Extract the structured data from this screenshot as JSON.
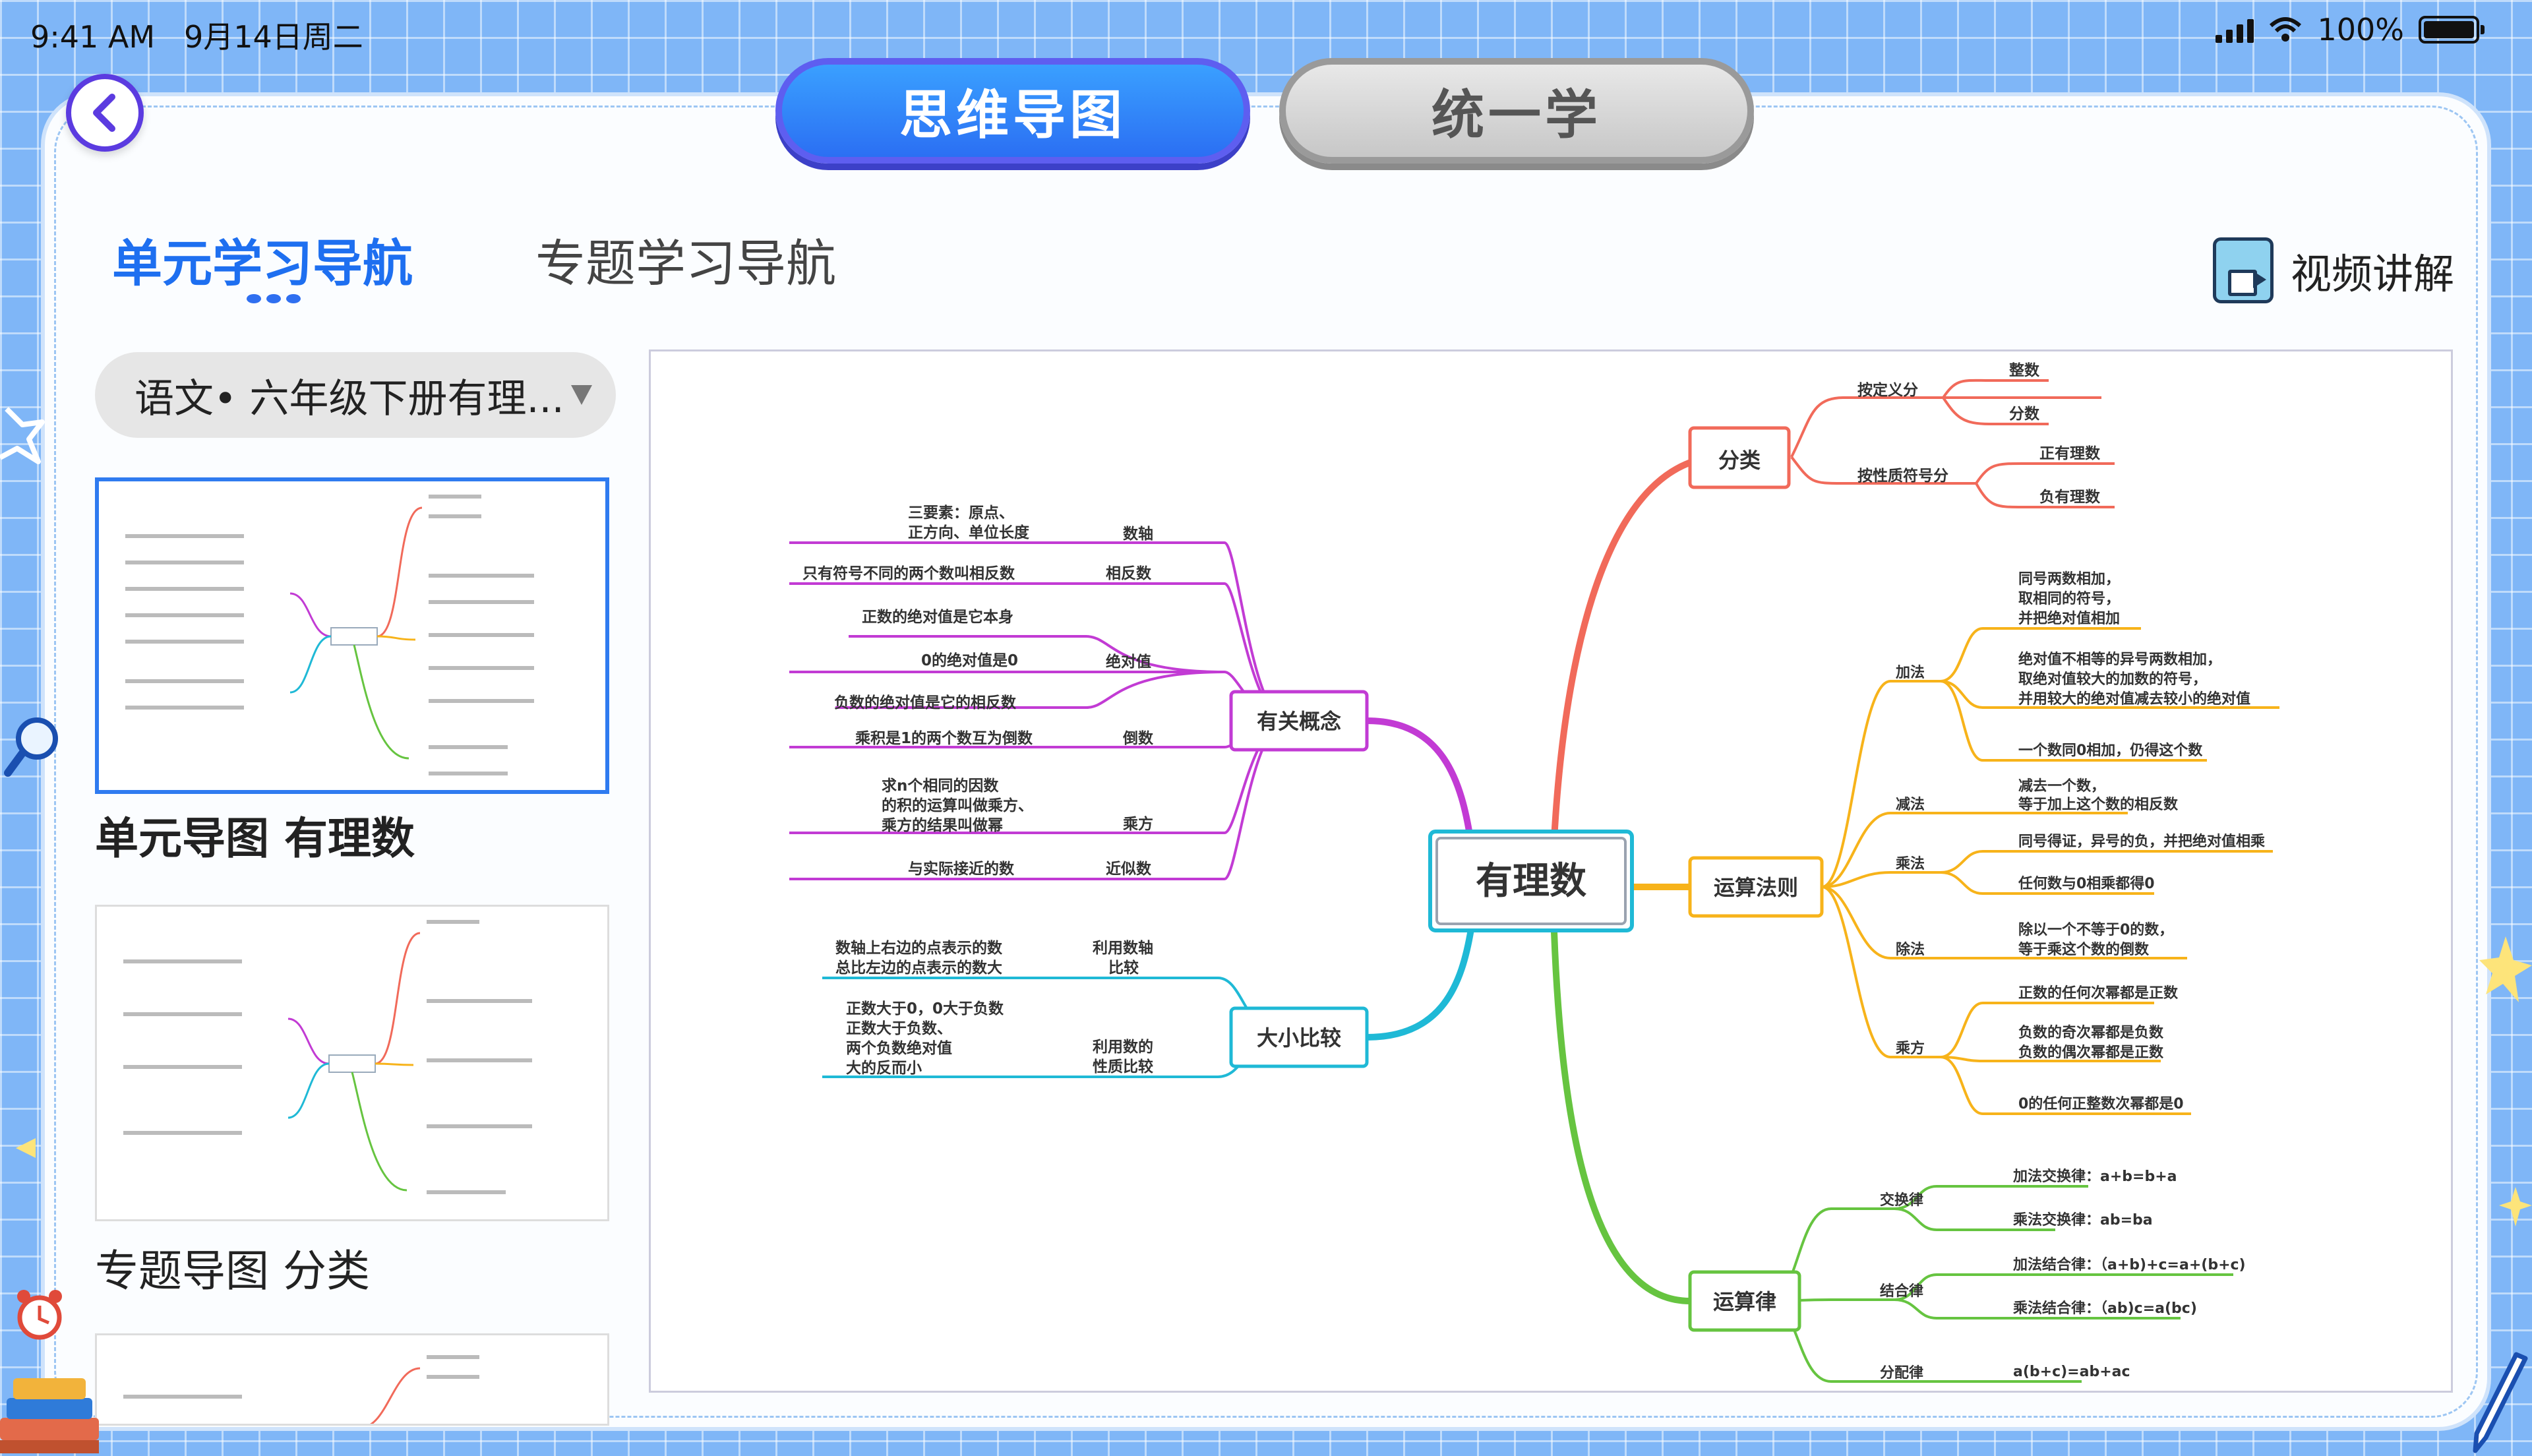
{
  "status": {
    "time": "9:41 AM",
    "date": "9月14日周二",
    "battery": "100%"
  },
  "header": {
    "tab_mindmap": "思维导图",
    "tab_unify": "统一学"
  },
  "subtabs": {
    "unit": "单元学习导航",
    "topic": "专题学习导航"
  },
  "video": {
    "label": "视频讲解"
  },
  "selector": {
    "value": "语文• 六年级下册有理..."
  },
  "thumbs": [
    {
      "caption": "单元导图  有理数"
    },
    {
      "caption": "专题导图  分类"
    }
  ],
  "colors": {
    "accent": "#1e6ff0",
    "red": "#f16a5a",
    "magenta": "#c23bd4",
    "cyan": "#1fb9d6",
    "orange": "#f7b31a",
    "green": "#66c440"
  },
  "mindmap": {
    "root": "有理数",
    "b_fenlei": "分类",
    "fenlei": {
      "def": "按定义分",
      "z": "整数",
      "f": "分数",
      "prop": "按性质符号分",
      "pos": "正有理数",
      "neg": "负有理数"
    },
    "b_concept": "有关概念",
    "concept": {
      "c1a": "三要素：原点、",
      "c1b": "正方向、单位长度",
      "c1": "数轴",
      "c2a": "只有符号不同的两个数叫相反数",
      "c2": "相反数",
      "c3a": "正数的绝对值是它本身",
      "c3b": "0的绝对值是0",
      "c3c": "负数的绝对值是它的相反数",
      "c3": "绝对值",
      "c4a": "乘积是1的两个数互为倒数",
      "c4": "倒数",
      "c5a": "求n个相同的因数",
      "c5b": "的积的运算叫做乘方、",
      "c5c": "乘方的结果叫做幂",
      "c5": "乘方",
      "c6a": "与实际接近的数",
      "c6": "近似数"
    },
    "b_compare": "大小比较",
    "compare": {
      "a1": "数轴上右边的点表示的数",
      "a2": "总比左边的点表示的数大",
      "l1": "利用数轴",
      "l2": "比较",
      "b1": "正数大于0，0大于负数",
      "b2": "正数大于负数、",
      "b3": "两个负数绝对值",
      "b4": "大的反而小",
      "m1": "利用数的",
      "m2": "性质比较"
    },
    "b_rules": "运算法则",
    "rules": {
      "add": "加法",
      "a1a": "同号两数相加，",
      "a1b": "取相同的符号，",
      "a1c": "并把绝对值相加",
      "a2a": "绝对值不相等的异号两数相加，",
      "a2b": "取绝对值较大的加数的符号，",
      "a2c": "并用较大的绝对值减去较小的绝对值",
      "a3": "一个数同0相加，仍得这个数",
      "sub": "减法",
      "s1": "减去一个数，",
      "s2": "等于加上这个数的相反数",
      "mul": "乘法",
      "m1": "同号得证，异号的负，并把绝对值相乘",
      "m2": "任何数与0相乘都得0",
      "div": "除法",
      "d1": "除以一个不等于0的数，",
      "d2": "等于乘这个数的倒数",
      "pow": "乘方",
      "p1": "正数的任何次幂都是正数",
      "p2a": "负数的奇次幂都是负数",
      "p2b": "负数的偶次幂都是正数",
      "p3": "0的任何正整数次幂都是0"
    },
    "b_laws": "运算律",
    "laws": {
      "swap": "交换律",
      "sw1": "加法交换律：a+b=b+a",
      "sw2": "乘法交换律：ab=ba",
      "assoc": "结合律",
      "as1": "加法结合律：（a+b)+c=a+(b+c)",
      "as2": "乘法结合律：（ab)c=a(bc)",
      "dist": "分配律",
      "d1": "a(b+c)=ab+ac"
    }
  }
}
